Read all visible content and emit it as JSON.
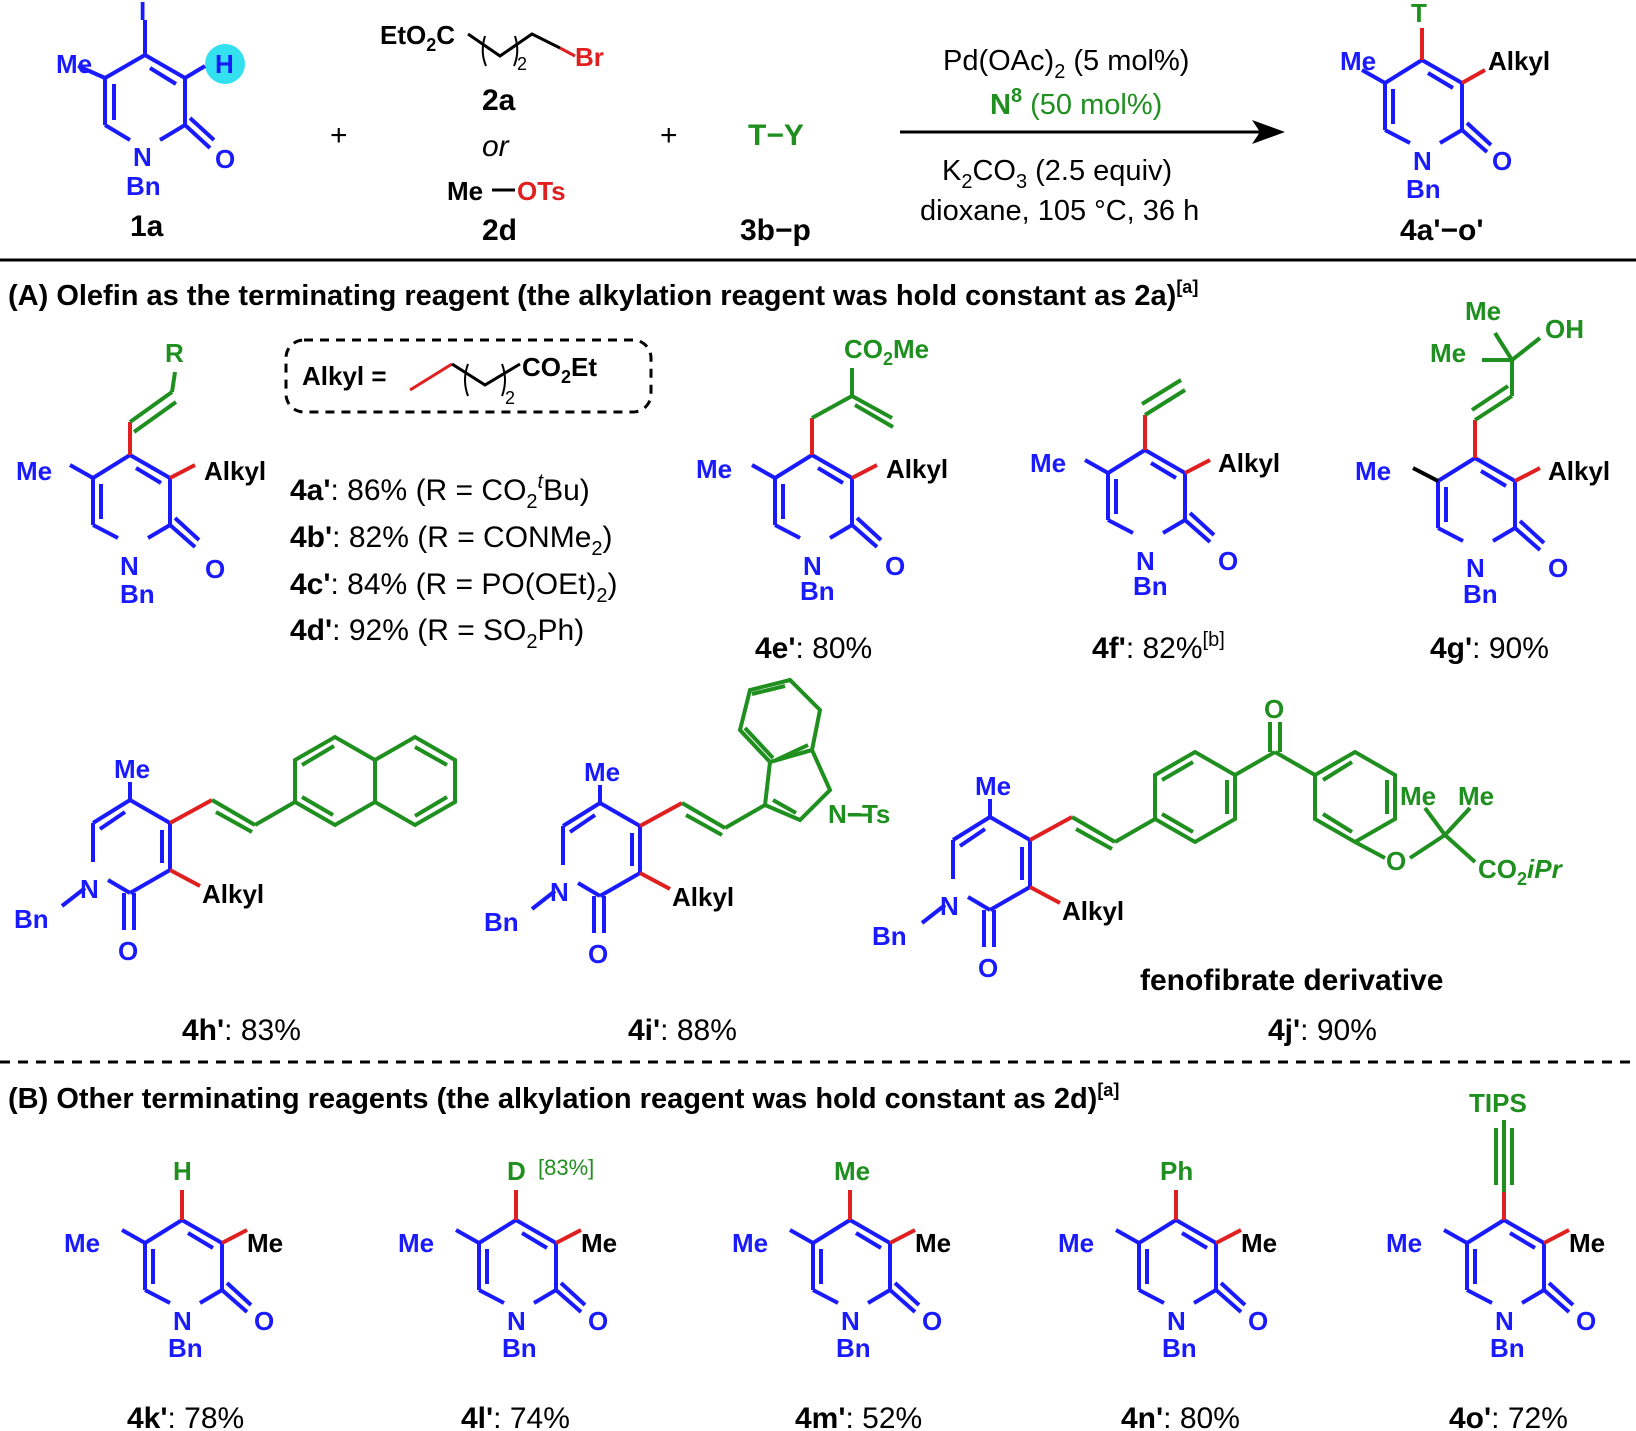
{
  "header": {
    "reactant_1a": {
      "label": "1a",
      "sub_me": "Me",
      "sub_i": "I",
      "sub_h": "H",
      "ring_n": "N",
      "ring_o": "O",
      "n_sub": "Bn"
    },
    "plus": "+",
    "reagent_2a": {
      "prefix": "EtO",
      "sub2": "2",
      "c": "C",
      "repeat": "2",
      "br": "Br",
      "label": "2a"
    },
    "or": "or",
    "reagent_2d": {
      "me": "Me",
      "ots": "OTs",
      "label": "2d"
    },
    "reagent_3": {
      "formula": "T−Y",
      "label": "3b−p"
    },
    "conditions": {
      "catalyst": "Pd(OAc)",
      "catalyst_sub": "2",
      "catalyst_load": " (5 mol%)",
      "ligand": "N",
      "ligand_sup": "8",
      "ligand_load": " (50 mol%)",
      "base": "K",
      "base_sub1": "2",
      "base_mid": "CO",
      "base_sub2": "3",
      "base_load": " (2.5 equiv)",
      "solvent": "dioxane, 105 °C, 36 h"
    },
    "product": {
      "t": "T",
      "me": "Me",
      "alkyl": "Alkyl",
      "n": "N",
      "o": "O",
      "bn": "Bn",
      "label": "4a'−o'"
    }
  },
  "section_a": {
    "title": "(A) Olefin as the terminating reagent (the alkylation reagent was hold constant as 2a)",
    "title_sup": "[a]",
    "alkyl_def": {
      "label": "Alkyl =",
      "group": "CO",
      "group_sub": "2",
      "group_end": "Et",
      "repeat": "2"
    },
    "generic": {
      "r": "R",
      "me": "Me",
      "alkyl": "Alkyl",
      "n": "N",
      "o": "O",
      "bn": "Bn"
    },
    "entries": [
      {
        "id": "4a'",
        "text": ": 86% (R = CO",
        "sub": "2",
        "sup": "t",
        "tail": "Bu)"
      },
      {
        "id": "4b'",
        "text": ": 82% (R = CONMe",
        "sub": "2",
        "tail": ")"
      },
      {
        "id": "4c'",
        "text": ": 84% (R = PO(OEt)",
        "sub": "2",
        "tail": ")"
      },
      {
        "id": "4d'",
        "text": ": 92% (R = SO",
        "sub": "2",
        "tail": "Ph)"
      }
    ],
    "p4e": {
      "id": "4e'",
      "yield": ": 80%",
      "ester": "CO",
      "ester_sub": "2",
      "ester_end": "Me"
    },
    "p4f": {
      "id": "4f'",
      "yield": ": 82%",
      "note": "[b]"
    },
    "p4g": {
      "id": "4g'",
      "yield": ": 90%",
      "me1": "Me",
      "me2": "Me",
      "oh": "OH"
    },
    "p4h": {
      "id": "4h'",
      "yield": ": 83%"
    },
    "p4i": {
      "id": "4i'",
      "yield": ": 88%",
      "nts": "N−Ts"
    },
    "p4j": {
      "id": "4j'",
      "yield": ": 90%",
      "caption": "fenofibrate derivative",
      "o": "O",
      "me1": "Me",
      "me2": "Me",
      "ester": "CO",
      "ester_sub": "2",
      "ester_end": "iPr"
    }
  },
  "section_b": {
    "title": "(B) Other terminating  reagents (the alkylation reagent was hold constant as 2d)",
    "title_sup": "[a]",
    "products": [
      {
        "id": "4k'",
        "yield": ": 78%",
        "top": "H",
        "note": ""
      },
      {
        "id": "4l'",
        "yield": ": 74%",
        "top": "D",
        "note": "[83%]"
      },
      {
        "id": "4m'",
        "yield": ": 52%",
        "top": "Me",
        "note": ""
      },
      {
        "id": "4n'",
        "yield": ": 80%",
        "top": "Ph",
        "note": ""
      },
      {
        "id": "4o'",
        "yield": ": 72%",
        "top": "TIPS",
        "note": ""
      }
    ],
    "ring": {
      "me": "Me",
      "n": "N",
      "o": "O",
      "bn": "Bn"
    }
  },
  "colors": {
    "blue": "#1a1aff",
    "green": "#1f8f1f",
    "red": "#e02020",
    "highlight": "#33e0f0",
    "text": "#000000"
  }
}
